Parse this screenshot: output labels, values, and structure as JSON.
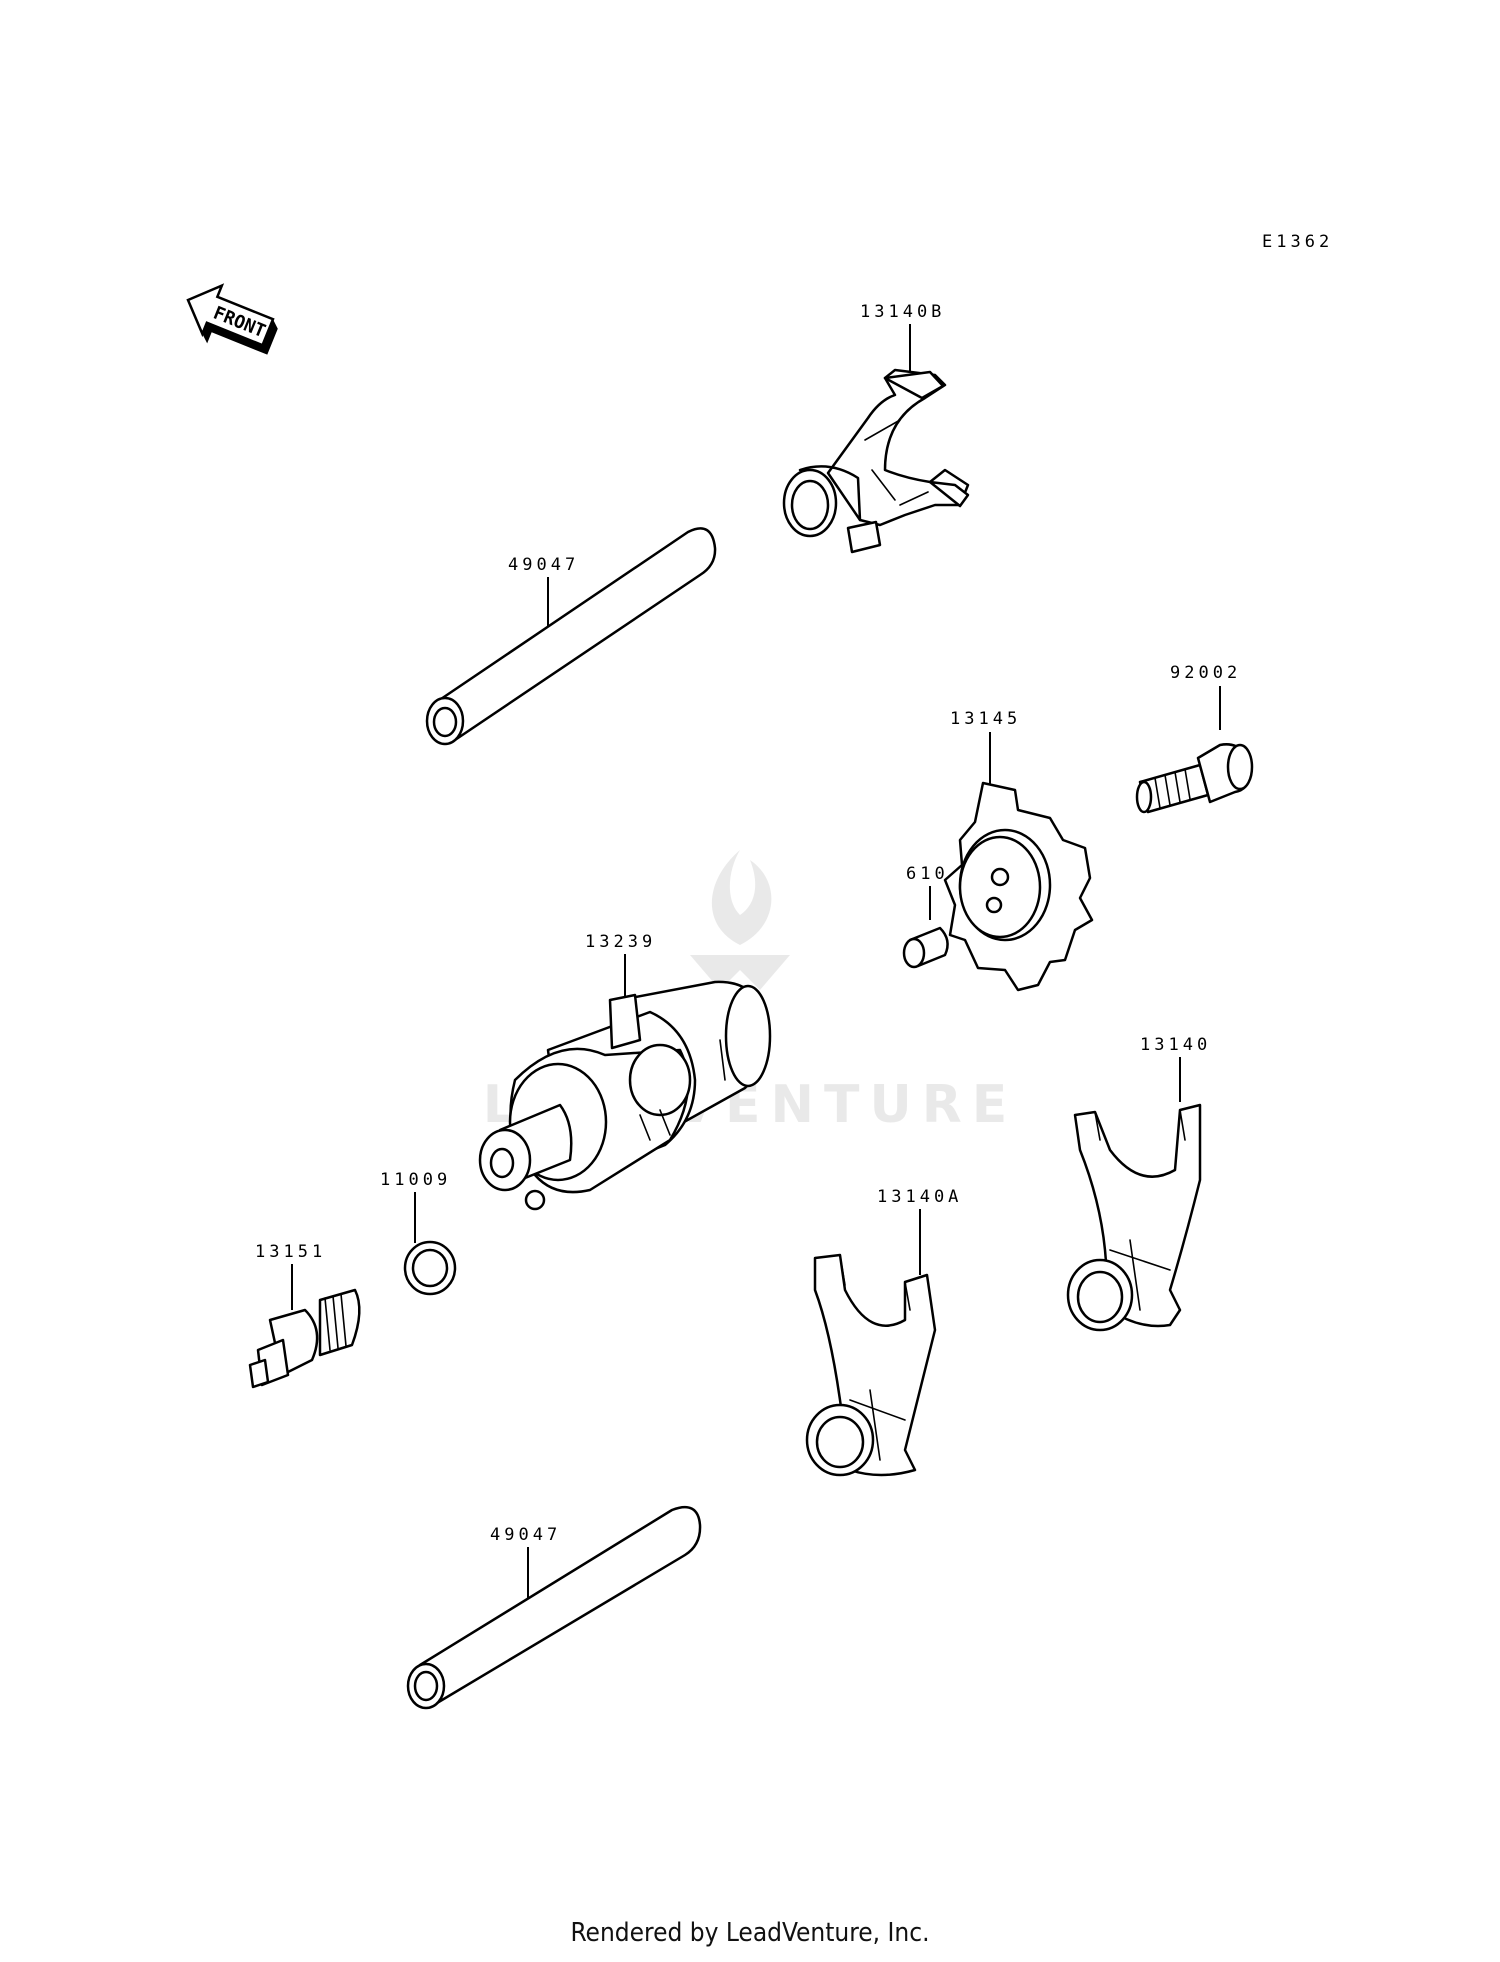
{
  "diagram_code": "E1362",
  "front_label": "FRONT",
  "footer": "Rendered by LeadVenture, Inc.",
  "watermark": "LEADVENTURE",
  "parts": {
    "fork_b": "13140B",
    "shaft_upper": "49047",
    "bolt": "92002",
    "cam_plate": "13145",
    "pin": "610",
    "drum": "13239",
    "fork": "13140",
    "washer": "11009",
    "fork_a": "13140A",
    "switch": "13151",
    "shaft_lower": "49047"
  }
}
